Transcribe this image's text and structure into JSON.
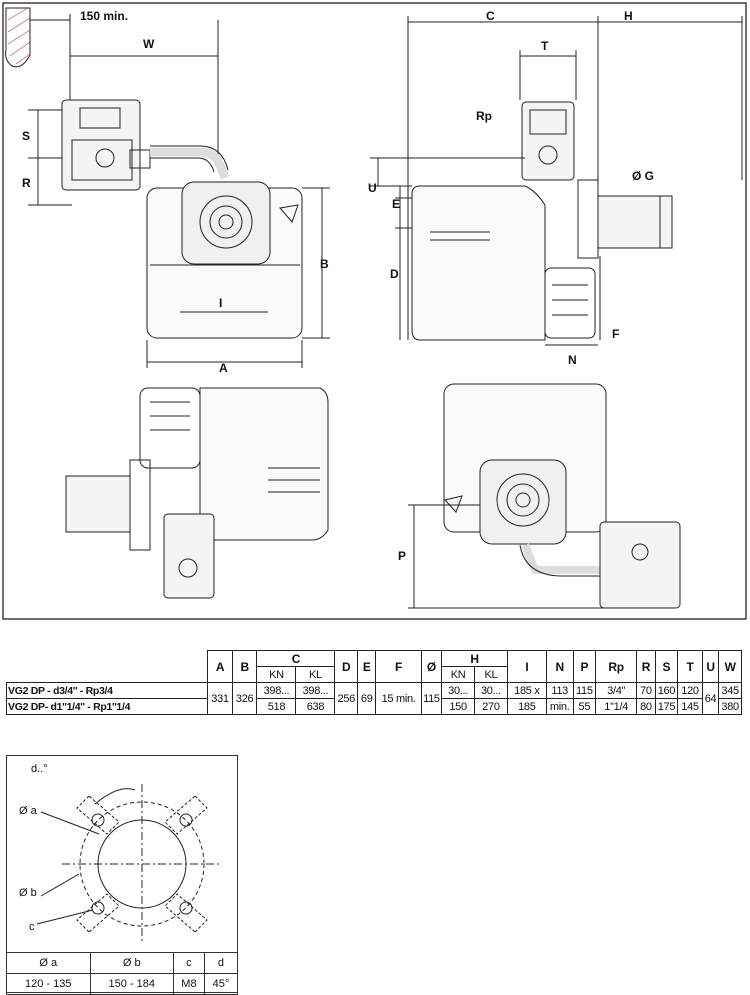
{
  "drawing_labels": {
    "min_150": "150 min.",
    "W": "W",
    "S": "S",
    "R": "R",
    "B": "B",
    "A": "A",
    "I": "I",
    "C": "C",
    "H": "H",
    "T": "T",
    "Rp": "Rp",
    "OG": "Ø G",
    "U": "U",
    "E": "E",
    "D": "D",
    "F": "F",
    "N": "N",
    "P": "P"
  },
  "table": {
    "headers": {
      "A": "A",
      "B": "B",
      "C": "C",
      "KN": "KN",
      "KL": "KL",
      "D": "D",
      "E": "E",
      "F": "F",
      "G": "Ø",
      "H": "H",
      "I": "I",
      "N": "N",
      "P": "P",
      "Rp": "Rp",
      "R": "R",
      "S": "S",
      "T": "T",
      "U": "U",
      "W": "W"
    },
    "rows": [
      {
        "model": "VG2 DP - d3/4'' - Rp3/4",
        "A": "331",
        "B": "326",
        "C_KN": "398...",
        "C_KL": "398...",
        "D": "256",
        "E": "69",
        "F": "15 min.",
        "G": "115",
        "H_KN": "30...",
        "H_KL": "30...",
        "I": "185 x",
        "N": "113",
        "P": "115",
        "Rp": "3/4''",
        "R": "70",
        "S": "160",
        "T": "120",
        "U": "64",
        "W": "345"
      },
      {
        "model": "VG2 DP- d1''1/4'' - Rp1''1/4",
        "C_KN": "518",
        "C_KL": "638",
        "H_KN": "150",
        "H_KL": "270",
        "I": "185",
        "N": "min.",
        "P": "55",
        "Rp": "1''1/4",
        "R": "80",
        "S": "175",
        "T": "145",
        "W": "380"
      }
    ]
  },
  "flange": {
    "labels": {
      "d": "d..°",
      "a": "Ø a",
      "b": "Ø b",
      "c": "c"
    },
    "table_headers": [
      "Ø a",
      "Ø b",
      "c",
      "d"
    ],
    "table_values": [
      "120 - 135",
      "150 - 184",
      "M8",
      "45°"
    ]
  }
}
